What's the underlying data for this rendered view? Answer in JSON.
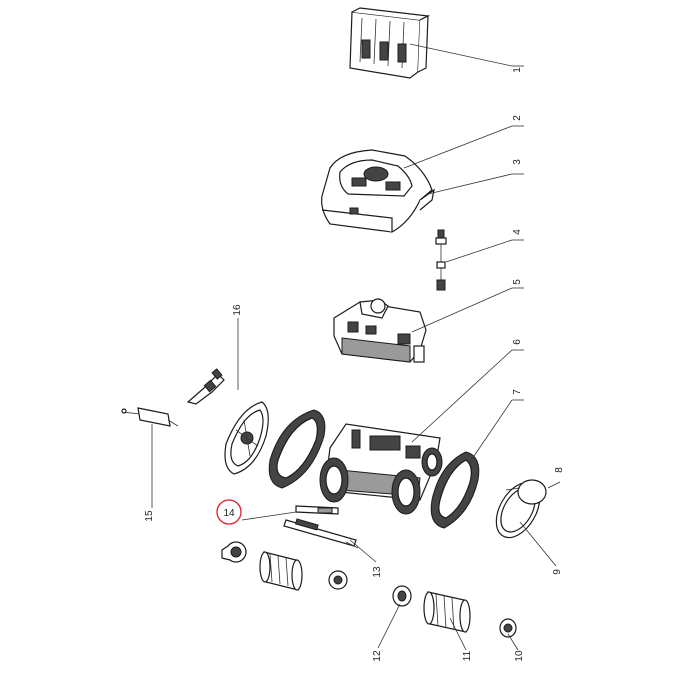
{
  "diagram": {
    "highlight_color": "#e0202a",
    "highlighted_label": "14",
    "callouts": [
      {
        "id": "1",
        "text": "1"
      },
      {
        "id": "2",
        "text": "2"
      },
      {
        "id": "3",
        "text": "3"
      },
      {
        "id": "4",
        "text": "4"
      },
      {
        "id": "5",
        "text": "5"
      },
      {
        "id": "6",
        "text": "6"
      },
      {
        "id": "7",
        "text": "7"
      },
      {
        "id": "8",
        "text": "8"
      },
      {
        "id": "9",
        "text": "9"
      },
      {
        "id": "10",
        "text": "10"
      },
      {
        "id": "11",
        "text": "11"
      },
      {
        "id": "12",
        "text": "12"
      },
      {
        "id": "13",
        "text": "13"
      },
      {
        "id": "14",
        "text": "14"
      },
      {
        "id": "15",
        "text": "15"
      },
      {
        "id": "16",
        "text": "16"
      }
    ]
  }
}
